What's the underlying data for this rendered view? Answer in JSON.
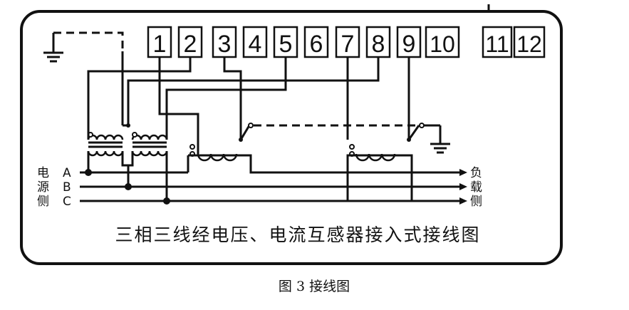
{
  "terminals": [
    "1",
    "2",
    "3",
    "4",
    "5",
    "6",
    "7",
    "8",
    "9",
    "10",
    "11",
    "12"
  ],
  "source_label": [
    "电",
    "源",
    "侧"
  ],
  "load_label": [
    "负",
    "载",
    "侧"
  ],
  "phases": [
    "A",
    "B",
    "C"
  ],
  "title": "三相三线经电压、电流互感器接入式接线图",
  "caption": "图 3  接线图"
}
